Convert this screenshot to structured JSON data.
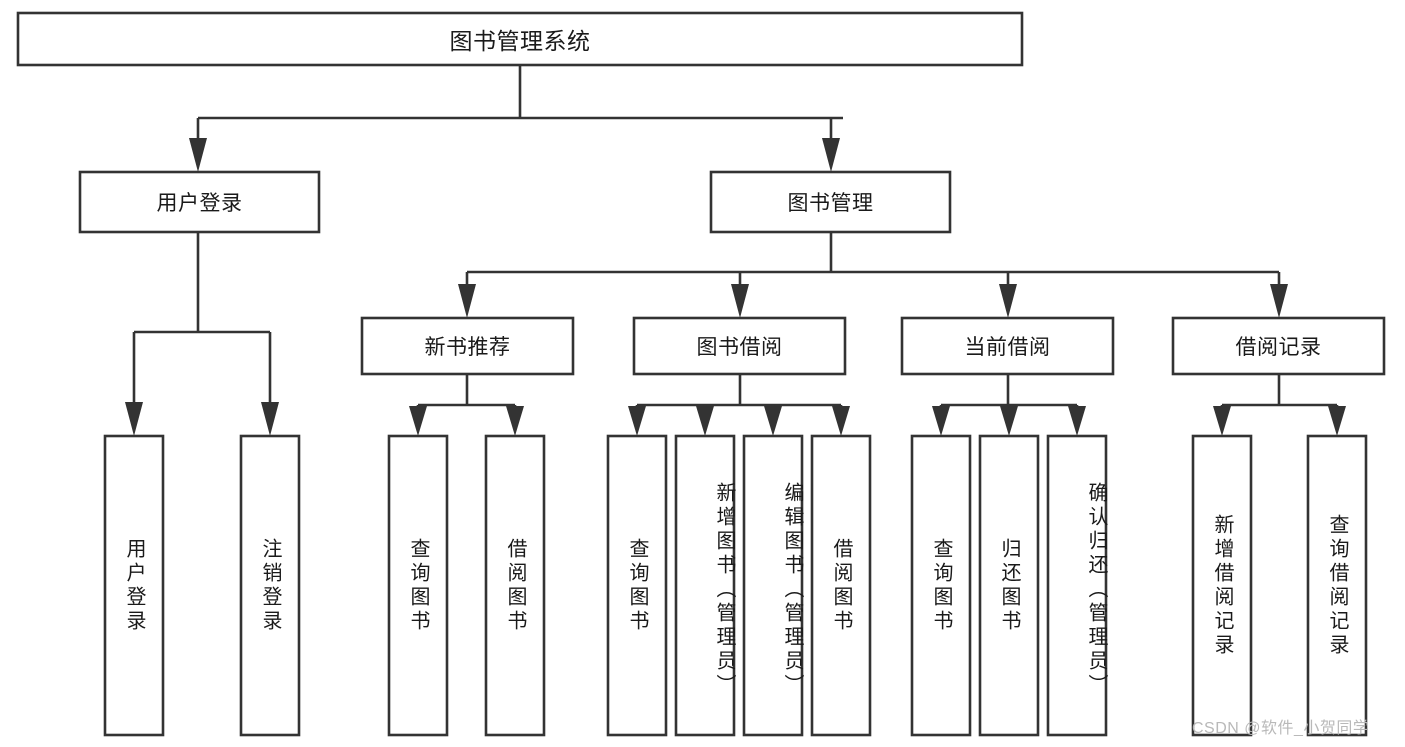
{
  "diagram": {
    "type": "hierarchy-tree",
    "title": "图书管理系统",
    "root": {
      "id": "root",
      "label": "图书管理系统",
      "orientation": "horizontal"
    },
    "level1": [
      {
        "id": "user-login",
        "label": "用户登录",
        "orientation": "horizontal"
      },
      {
        "id": "book-manage",
        "label": "图书管理",
        "orientation": "horizontal"
      }
    ],
    "level2": [
      {
        "id": "new-book-recommend",
        "label": "新书推荐",
        "parent": "book-manage",
        "orientation": "horizontal"
      },
      {
        "id": "book-borrow",
        "label": "图书借阅",
        "parent": "book-manage",
        "orientation": "horizontal"
      },
      {
        "id": "current-borrow",
        "label": "当前借阅",
        "parent": "book-manage",
        "orientation": "horizontal"
      },
      {
        "id": "borrow-record",
        "label": "借阅记录",
        "parent": "book-manage",
        "orientation": "horizontal"
      }
    ],
    "leaves": [
      {
        "id": "leaf-user-login",
        "label": "用户登录",
        "parent": "user-login",
        "orientation": "vertical"
      },
      {
        "id": "leaf-user-logout",
        "label": "注销登录",
        "parent": "user-login",
        "orientation": "vertical"
      },
      {
        "id": "leaf-query-book-1",
        "label": "查询图书",
        "parent": "new-book-recommend",
        "orientation": "vertical"
      },
      {
        "id": "leaf-borrow-book-1",
        "label": "借阅图书",
        "parent": "new-book-recommend",
        "orientation": "vertical"
      },
      {
        "id": "leaf-query-book-2",
        "label": "查询图书",
        "parent": "book-borrow",
        "orientation": "vertical"
      },
      {
        "id": "leaf-add-book",
        "label": "新增图书（管理员）",
        "parent": "book-borrow",
        "orientation": "vertical"
      },
      {
        "id": "leaf-edit-book",
        "label": "编辑图书（管理员）",
        "parent": "book-borrow",
        "orientation": "vertical"
      },
      {
        "id": "leaf-borrow-book-2",
        "label": "借阅图书",
        "parent": "book-borrow",
        "orientation": "vertical"
      },
      {
        "id": "leaf-query-book-3",
        "label": "查询图书",
        "parent": "current-borrow",
        "orientation": "vertical"
      },
      {
        "id": "leaf-return-book",
        "label": "归还图书",
        "parent": "current-borrow",
        "orientation": "vertical"
      },
      {
        "id": "leaf-confirm-return",
        "label": "确认归还（管理员）",
        "parent": "current-borrow",
        "orientation": "vertical"
      },
      {
        "id": "leaf-add-record",
        "label": "新增借阅记录",
        "parent": "borrow-record",
        "orientation": "vertical"
      },
      {
        "id": "leaf-query-record",
        "label": "查询借阅记录",
        "parent": "borrow-record",
        "orientation": "vertical"
      }
    ],
    "colors": {
      "stroke": "#333333",
      "fill": "#ffffff",
      "text": "#1a1a1a",
      "watermark": "#b9b9b9",
      "background": "#ffffff"
    }
  },
  "watermark": {
    "text": "CSDN @软件_小贺同学"
  }
}
